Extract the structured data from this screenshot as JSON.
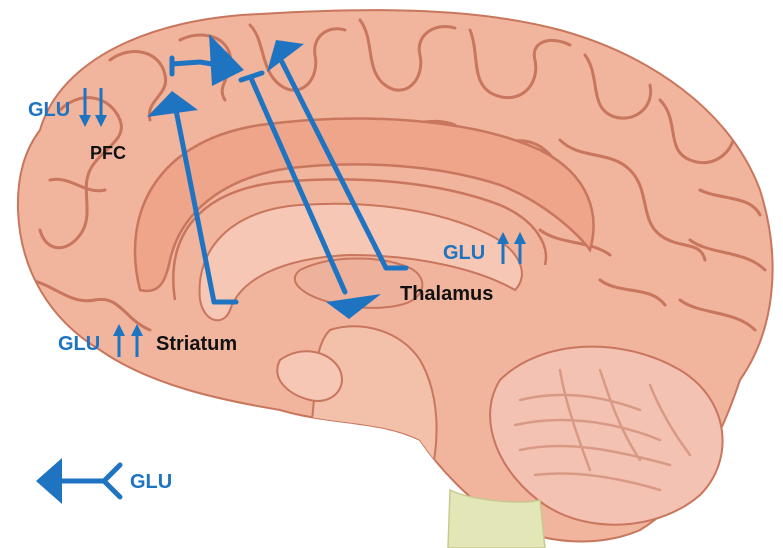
{
  "labels": {
    "pfc": "PFC",
    "striatum": "Striatum",
    "thalamus": "Thalamus",
    "glu": "GLU",
    "legend_glu": "GLU"
  },
  "colors": {
    "arrow_blue": "#1f74c2",
    "brain_skin": "#f1b49c",
    "gyri_fill": "#eea58a",
    "sulci_line": "#c8765d",
    "deep_structure": "#f5c7b4",
    "cerebellum": "#f3c2b2",
    "spinal_cord": "#e3e6b6",
    "label_dark": "#111111"
  },
  "glu_changes": {
    "pfc": "decreased",
    "striatum": "increased",
    "thalamus": "increased"
  },
  "icons": [
    "glutamatergic-arrow-icon",
    "down-arrow-icon",
    "up-arrow-icon",
    "inhibitory-terminal-icon"
  ]
}
